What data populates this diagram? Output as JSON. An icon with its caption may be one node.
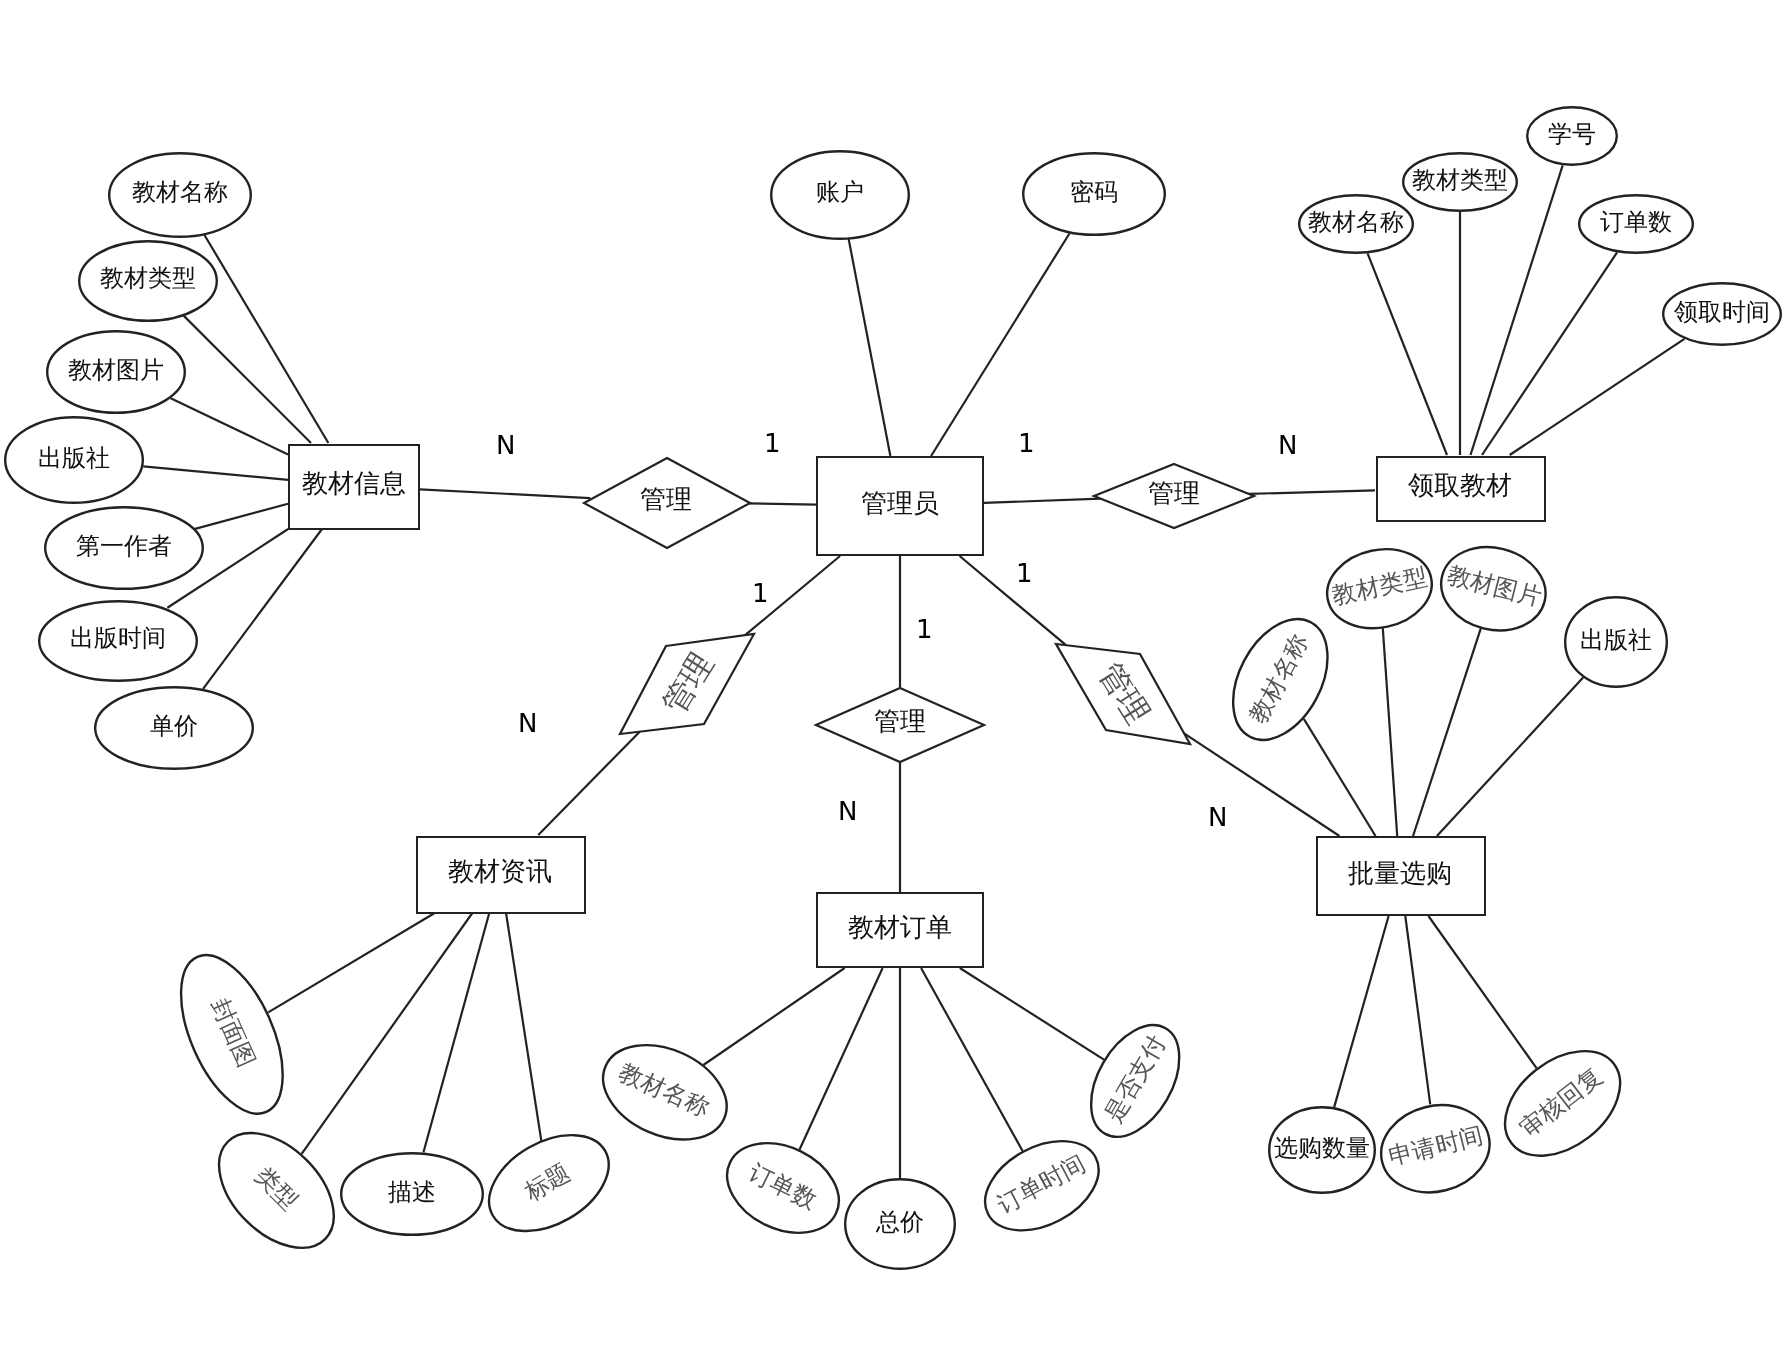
{
  "diagram": {
    "nodes": [
      {
        "text": [
          "管理员"
        ]
      },
      {
        "text": [
          "教材信息"
        ]
      },
      {
        "text": [
          "领取教材"
        ]
      },
      {
        "text": [
          "教材资讯"
        ]
      },
      {
        "text": [
          "教材订单"
        ]
      },
      {
        "text": [
          "批量选购"
        ]
      },
      {
        "text": [
          "管理"
        ]
      },
      {
        "text": [
          "管理"
        ]
      },
      {
        "text": [
          "管理"
        ]
      },
      {
        "text": [
          "管理"
        ]
      },
      {
        "text": [
          "管理"
        ]
      },
      {
        "text": [
          "教材名称"
        ]
      },
      {
        "text": [
          "教材类型"
        ]
      },
      {
        "text": [
          "教材图片"
        ]
      },
      {
        "text": [
          "出版社"
        ]
      },
      {
        "text": [
          "第一作者"
        ]
      },
      {
        "text": [
          "出版时间"
        ]
      },
      {
        "text": [
          "单价"
        ]
      },
      {
        "text": [
          "账户"
        ]
      },
      {
        "text": [
          "密码"
        ]
      },
      {
        "text": [
          "教材名称"
        ]
      },
      {
        "text": [
          "教材类型"
        ]
      },
      {
        "text": [
          "学号"
        ]
      },
      {
        "text": [
          "订单数"
        ]
      },
      {
        "text": [
          "领取时间"
        ]
      },
      {
        "text": [
          "教材名称"
        ]
      },
      {
        "text": [
          "教材类型"
        ]
      },
      {
        "text": [
          "教材图片"
        ]
      },
      {
        "text": [
          "出版社"
        ]
      },
      {
        "text": [
          "选购数量"
        ]
      },
      {
        "text": [
          "申请时间"
        ]
      },
      {
        "text": [
          "审核回复"
        ]
      },
      {
        "text": [
          "封面图"
        ]
      },
      {
        "text": [
          "类型"
        ]
      },
      {
        "text": [
          "描述"
        ]
      },
      {
        "text": [
          "标题"
        ]
      },
      {
        "text": [
          "教材名称"
        ]
      },
      {
        "text": [
          "订单数"
        ]
      },
      {
        "text": [
          "总价"
        ]
      },
      {
        "text": [
          "订单时间"
        ]
      },
      {
        "text": [
          "是否支付"
        ]
      }
    ],
    "edges": [
      {
        "from": 0,
        "to": 6,
        "arrow": "none",
        "label": "1"
      },
      {
        "from": 6,
        "to": 1,
        "arrow": "none",
        "label": "N"
      },
      {
        "from": 0,
        "to": 7,
        "arrow": "none",
        "label": "1"
      },
      {
        "from": 7,
        "to": 2,
        "arrow": "none",
        "label": "N"
      },
      {
        "from": 0,
        "to": 8,
        "arrow": "none",
        "label": "1"
      },
      {
        "from": 8,
        "to": 3,
        "arrow": "none",
        "label": "N"
      },
      {
        "from": 0,
        "to": 9,
        "arrow": "none",
        "label": "1"
      },
      {
        "from": 9,
        "to": 4,
        "arrow": "none",
        "label": "N"
      },
      {
        "from": 0,
        "to": 10,
        "arrow": "none",
        "label": "1"
      },
      {
        "from": 10,
        "to": 5,
        "arrow": "none",
        "label": "N"
      },
      {
        "from": 1,
        "to": 11,
        "arrow": "none"
      },
      {
        "from": 1,
        "to": 12,
        "arrow": "none"
      },
      {
        "from": 1,
        "to": 13,
        "arrow": "none"
      },
      {
        "from": 1,
        "to": 14,
        "arrow": "none"
      },
      {
        "from": 1,
        "to": 15,
        "arrow": "none"
      },
      {
        "from": 1,
        "to": 16,
        "arrow": "none"
      },
      {
        "from": 1,
        "to": 17,
        "arrow": "none"
      },
      {
        "from": 0,
        "to": 18,
        "arrow": "none"
      },
      {
        "from": 0,
        "to": 19,
        "arrow": "none"
      },
      {
        "from": 2,
        "to": 20,
        "arrow": "none"
      },
      {
        "from": 2,
        "to": 21,
        "arrow": "none"
      },
      {
        "from": 2,
        "to": 22,
        "arrow": "none"
      },
      {
        "from": 2,
        "to": 23,
        "arrow": "none"
      },
      {
        "from": 2,
        "to": 24,
        "arrow": "none"
      },
      {
        "from": 5,
        "to": 25,
        "arrow": "none"
      },
      {
        "from": 5,
        "to": 26,
        "arrow": "none"
      },
      {
        "from": 5,
        "to": 27,
        "arrow": "none"
      },
      {
        "from": 5,
        "to": 28,
        "arrow": "none"
      },
      {
        "from": 5,
        "to": 29,
        "arrow": "none"
      },
      {
        "from": 5,
        "to": 30,
        "arrow": "none"
      },
      {
        "from": 5,
        "to": 31,
        "arrow": "none"
      },
      {
        "from": 3,
        "to": 32,
        "arrow": "none"
      },
      {
        "from": 3,
        "to": 33,
        "arrow": "none"
      },
      {
        "from": 3,
        "to": 34,
        "arrow": "none"
      },
      {
        "from": 3,
        "to": 35,
        "arrow": "none"
      },
      {
        "from": 4,
        "to": 36,
        "arrow": "none"
      },
      {
        "from": 4,
        "to": 37,
        "arrow": "none"
      },
      {
        "from": 4,
        "to": 38,
        "arrow": "none"
      },
      {
        "from": 4,
        "to": 39,
        "arrow": "none"
      },
      {
        "from": 4,
        "to": 40,
        "arrow": "none"
      }
    ]
  }
}
